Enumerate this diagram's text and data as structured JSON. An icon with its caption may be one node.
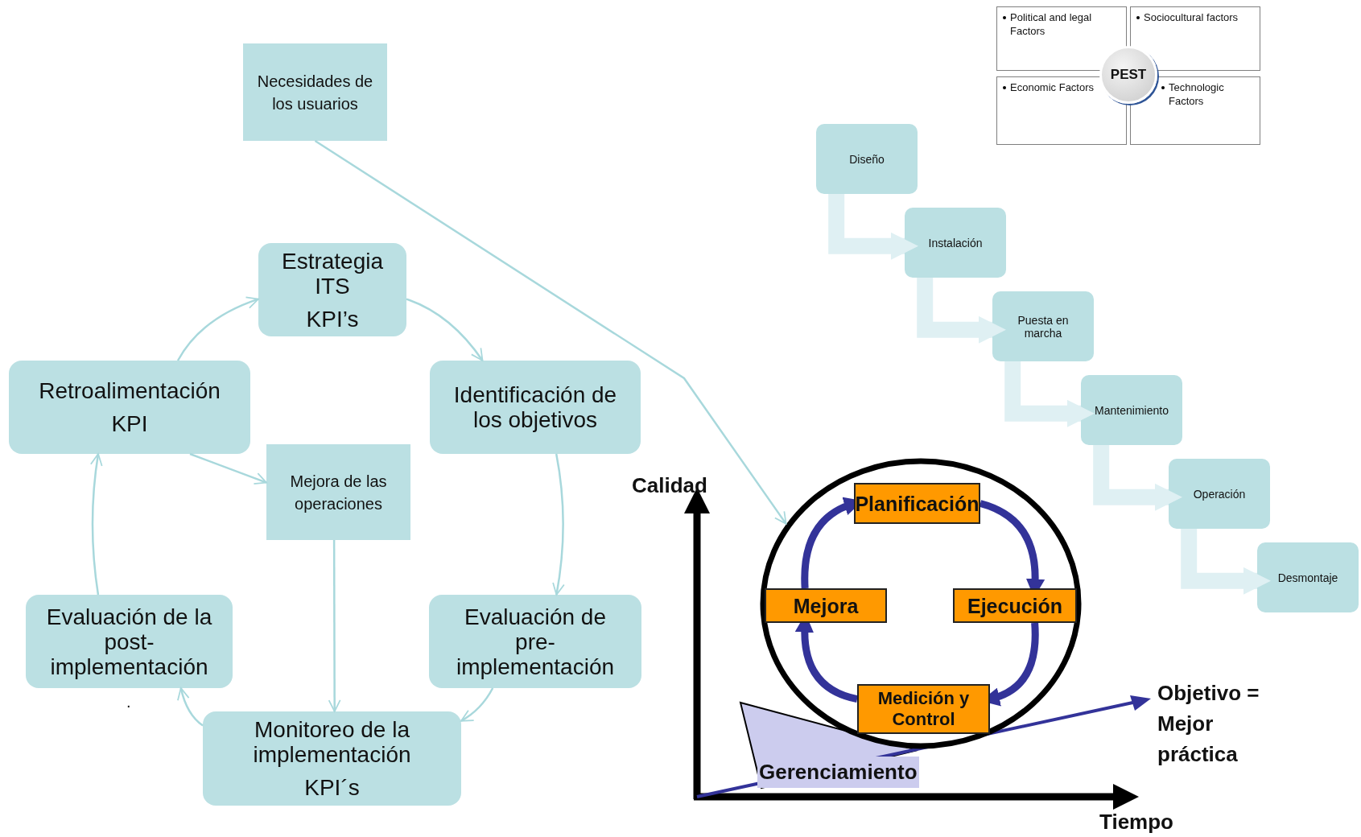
{
  "diagram": {
    "nodes": [
      {
        "text": [
          "Political and legal Factors"
        ]
      },
      {
        "text": [
          "Sociocultural factors"
        ]
      },
      {
        "text": [
          "PEST"
        ]
      },
      {
        "text": [
          "Economic Factors"
        ]
      },
      {
        "text": [
          "Technologic Factors"
        ]
      },
      {
        "text": [
          "Necesidades de los usuarios"
        ]
      },
      {
        "text": [
          "Diseño"
        ]
      },
      {
        "text": [
          "Instalación"
        ]
      },
      {
        "text": [
          "Estrategia ITS",
          "KPI’s"
        ]
      },
      {
        "text": [
          "Puesta en marcha"
        ]
      },
      {
        "text": [
          "Retroalimentación",
          "KPI"
        ]
      },
      {
        "text": [
          "Identificación de los objetivos"
        ]
      },
      {
        "text": [
          "Mantenimiento"
        ]
      },
      {
        "text": [
          "Mejora de las operaciones"
        ]
      },
      {
        "text": [
          "Operación"
        ]
      },
      {
        "text": [],
        "shape": "circle"
      },
      {
        "text": [
          "Planificación"
        ],
        "in": 15
      },
      {
        "text": [
          "Mejora"
        ],
        "in": 15
      },
      {
        "text": [
          "Ejecución"
        ],
        "in": 15
      },
      {
        "text": [
          "Desmontaje"
        ]
      },
      {
        "text": [
          "Evaluación de la post-implementación"
        ]
      },
      {
        "text": [
          "Evaluación de pre-implementación"
        ]
      },
      {
        "text": [
          "Medición y Control"
        ],
        "in": 15
      },
      {
        "text": [
          "Monitoreo de la implementación",
          "KPI´s"
        ]
      },
      {
        "text": [
          "Gerenciamiento"
        ]
      }
    ],
    "edges": [
      {
        "from": 10,
        "to": 8,
        "arrow": "to"
      },
      {
        "from": 8,
        "to": 11,
        "arrow": "to"
      },
      {
        "from": 11,
        "to": 21,
        "arrow": "to"
      },
      {
        "from": 21,
        "to": 23,
        "arrow": "to"
      },
      {
        "from": 23,
        "to": 20,
        "arrow": "to"
      },
      {
        "from": 20,
        "to": 10,
        "arrow": "to"
      },
      {
        "from": 10,
        "to": 13,
        "arrow": "to"
      },
      {
        "from": 13,
        "to": 23,
        "arrow": "to"
      },
      {
        "from": 5,
        "to": 15,
        "arrow": "to"
      },
      {
        "from": 17,
        "to": 16,
        "arrow": "to",
        "style": "thick",
        "color": "#333399"
      },
      {
        "from": 16,
        "to": 18,
        "arrow": "to",
        "style": "thick",
        "color": "#333399"
      },
      {
        "from": 18,
        "to": 22,
        "arrow": "to",
        "style": "thick",
        "color": "#333399"
      },
      {
        "from": 22,
        "to": 17,
        "arrow": "to",
        "style": "thick",
        "color": "#333399"
      },
      {
        "from": 6,
        "to": 7,
        "arrow": "to",
        "style": "thick",
        "color": "#dff0f3"
      },
      {
        "from": 7,
        "to": 9,
        "arrow": "to",
        "style": "thick",
        "color": "#dff0f3"
      },
      {
        "from": 9,
        "to": 12,
        "arrow": "to",
        "style": "thick",
        "color": "#dff0f3"
      },
      {
        "from": 12,
        "to": 14,
        "arrow": "to",
        "style": "thick",
        "color": "#dff0f3"
      },
      {
        "from": 14,
        "to": 19,
        "arrow": "to",
        "style": "thick",
        "color": "#dff0f3"
      }
    ],
    "labels": [
      "Calidad",
      ".",
      "Objetivo = Mejor práctica",
      "Tiempo"
    ]
  }
}
